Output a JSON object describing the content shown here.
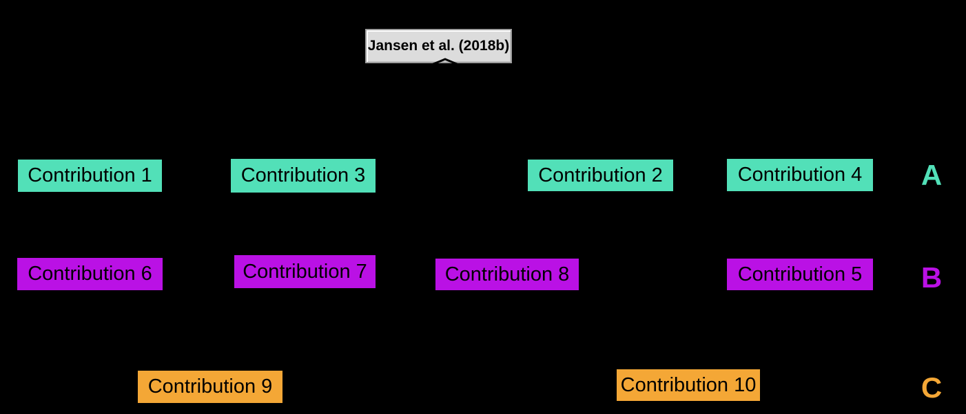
{
  "diagram": {
    "background_color": "#000000",
    "root": {
      "label": "Jansen et al. (2018b)",
      "box_color": "#DCDCDC",
      "border_color": "#9E9E9E",
      "text_color": "#000000"
    },
    "arrowhead_color": "#000000",
    "groups": [
      {
        "label": "A",
        "color": "#52E0B8"
      },
      {
        "label": "B",
        "color": "#BA11E5"
      },
      {
        "label": "C",
        "color": "#F4A736"
      }
    ],
    "nodes": [
      {
        "label": "Contribution 1",
        "group": "A"
      },
      {
        "label": "Contribution 2",
        "group": "A"
      },
      {
        "label": "Contribution 3",
        "group": "A"
      },
      {
        "label": "Contribution 4",
        "group": "A"
      },
      {
        "label": "Contribution 5",
        "group": "B"
      },
      {
        "label": "Contribution 6",
        "group": "B"
      },
      {
        "label": "Contribution 7",
        "group": "B"
      },
      {
        "label": "Contribution 8",
        "group": "B"
      },
      {
        "label": "Contribution 9",
        "group": "C"
      },
      {
        "label": "Contribution 10",
        "group": "C"
      }
    ],
    "node_text_color": "#000000"
  }
}
